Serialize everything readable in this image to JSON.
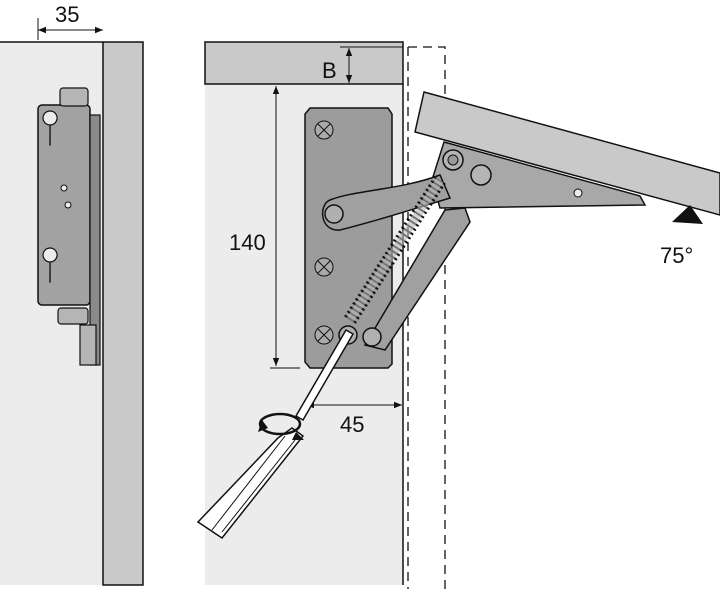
{
  "dimensions": {
    "side_offset": "35",
    "board_thickness": "B",
    "bracket_height": "140",
    "front_offset": "45",
    "opening_angle": "75°"
  },
  "colors": {
    "panel": "#ececec",
    "board": "#c9c9c9",
    "metal": "#9c9c9c",
    "outline": "#1a1a1a"
  }
}
